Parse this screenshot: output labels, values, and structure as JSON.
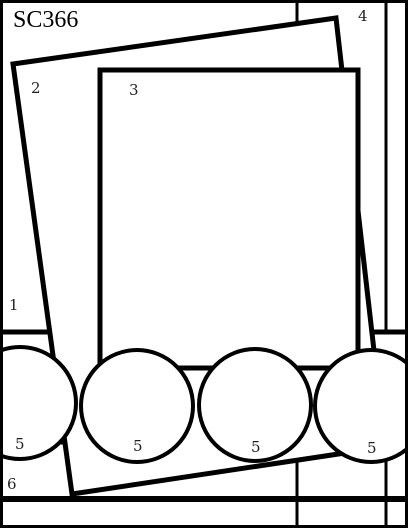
{
  "title": "SC366",
  "labels": {
    "layer_1": "1",
    "layer_2": "2",
    "layer_3": "3",
    "layer_4": "4",
    "circle_1": "5",
    "circle_2": "5",
    "circle_3": "5",
    "circle_4": "5",
    "layer_6": "6"
  },
  "colors": {
    "stroke": "#000000",
    "fill": "#ffffff",
    "label": "#222222"
  }
}
